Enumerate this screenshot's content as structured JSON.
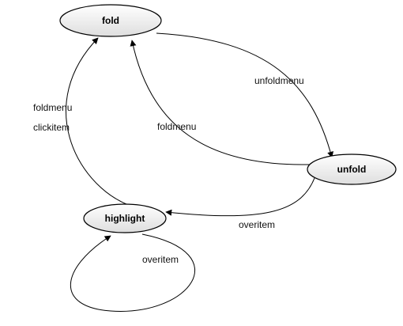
{
  "colors": {
    "node_fill_light": "#ffffff",
    "node_fill_dark": "#e2e2e2",
    "stroke": "#000000",
    "text": "#000000"
  },
  "states": {
    "fold": "fold",
    "unfold": "unfold",
    "highlight": "highlight"
  },
  "transitions": {
    "fold_to_unfold": "unfoldmenu",
    "unfold_to_fold": "foldmenu",
    "highlight_to_fold_line1": "foldmenu",
    "highlight_to_fold_line2": "clickitem",
    "unfold_to_highlight": "overitem",
    "highlight_self": "overitem"
  }
}
